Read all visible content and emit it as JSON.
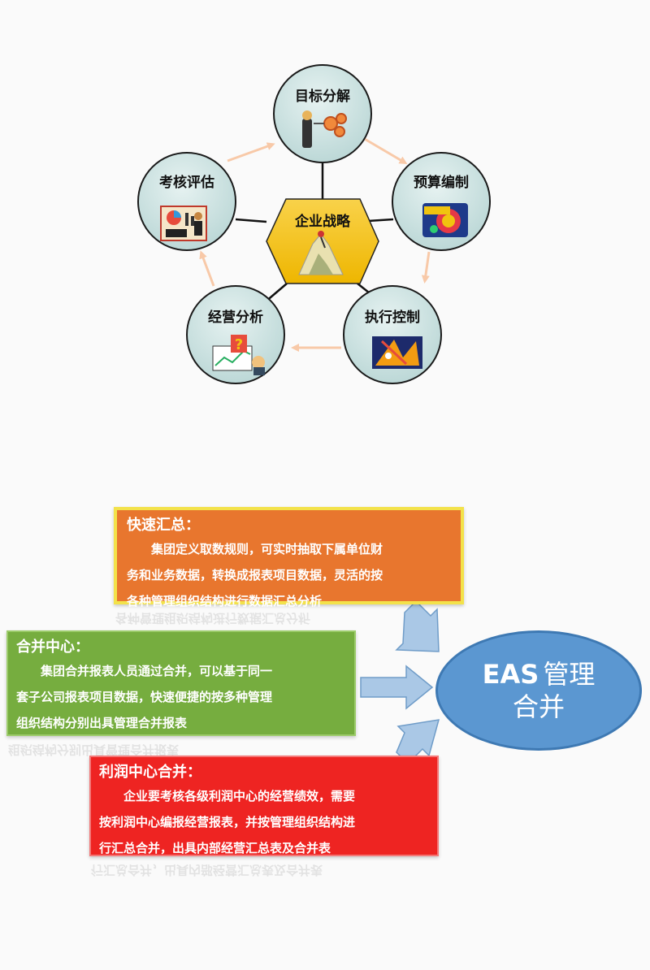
{
  "cycle": {
    "center": {
      "label": "企业战略",
      "icon": "mountain-climber-icon"
    },
    "nodes": [
      {
        "label": "目标分解",
        "icon": "target-breakdown-icon"
      },
      {
        "label": "预算编制",
        "icon": "money-icon"
      },
      {
        "label": "执行控制",
        "icon": "execution-control-icon"
      },
      {
        "label": "经营分析",
        "icon": "question-analysis-icon"
      },
      {
        "label": "考核评估",
        "icon": "evaluation-chart-icon"
      }
    ],
    "colors": {
      "circle": "#cfe4e3",
      "hexagon": "#f6c300",
      "arrow": "#f8c9a8"
    }
  },
  "merge": {
    "fast": {
      "title": "快速汇总：",
      "lines": [
        "集团定义取数规则，可实时抽取下属单位财",
        "务和业务数据，转换成报表项目数据，灵活的按",
        "各种管理组织结构进行数据汇总分析"
      ],
      "color": "#e8762e"
    },
    "hub": {
      "title": "合并中心：",
      "lines": [
        "集团合并报表人员通过合并，可以基于同一",
        "套子公司报表项目数据，快速便捷的按多种管理",
        "组织结构分别出具管理合并报表"
      ],
      "color": "#76ad3f"
    },
    "profit": {
      "title": "利润中心合并：",
      "lines": [
        "企业要考核各级利润中心的经营绩效，需要",
        "按利润中心编报经营报表，并按管理组织结构进",
        "行汇总合并，出具内部经营汇总表及合并表"
      ],
      "color": "#ee2422"
    },
    "target": {
      "en": "EAS",
      "zh1": "管理",
      "zh2": "合并",
      "color": "#5b97d1"
    }
  }
}
